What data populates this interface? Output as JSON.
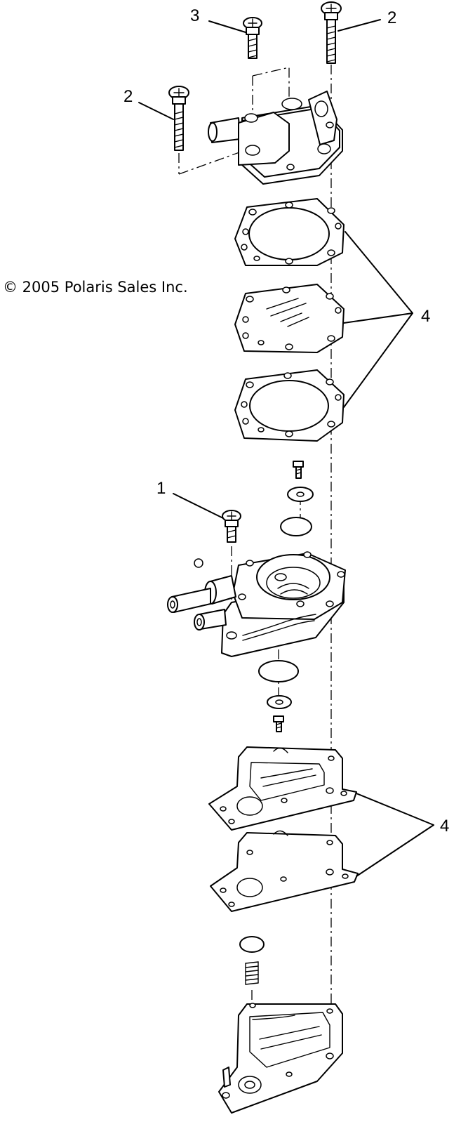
{
  "copyright": "© 2005 Polaris Sales Inc.",
  "callouts": {
    "screw_left_top": "2",
    "screw_right_top": "2",
    "screw_center_top": "3",
    "diaphragm_set_upper": "4",
    "screw_pump_body": "1",
    "gasket_set_lower": "4"
  },
  "colors": {
    "line": "#000000",
    "background": "#ffffff"
  }
}
